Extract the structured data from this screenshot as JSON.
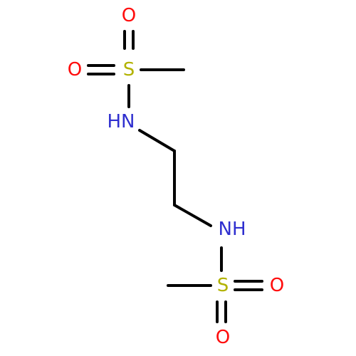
{
  "molecule": {
    "atoms": [
      {
        "id": "o_top_up",
        "label": "O",
        "color": "#ff0d0d"
      },
      {
        "id": "o_top_left",
        "label": "O",
        "color": "#ff0d0d"
      },
      {
        "id": "s_top",
        "label": "S",
        "color": "#b2b200"
      },
      {
        "id": "nh_top",
        "label": "HN",
        "color": "#2f2fcf"
      },
      {
        "id": "nh_bottom",
        "label": "NH",
        "color": "#2f2fcf"
      },
      {
        "id": "s_bottom",
        "label": "S",
        "color": "#b2b200"
      },
      {
        "id": "o_bottom_right",
        "label": "O",
        "color": "#ff0d0d"
      },
      {
        "id": "o_bottom_down",
        "label": "O",
        "color": "#ff0d0d"
      }
    ],
    "bond_color": "#000000"
  }
}
